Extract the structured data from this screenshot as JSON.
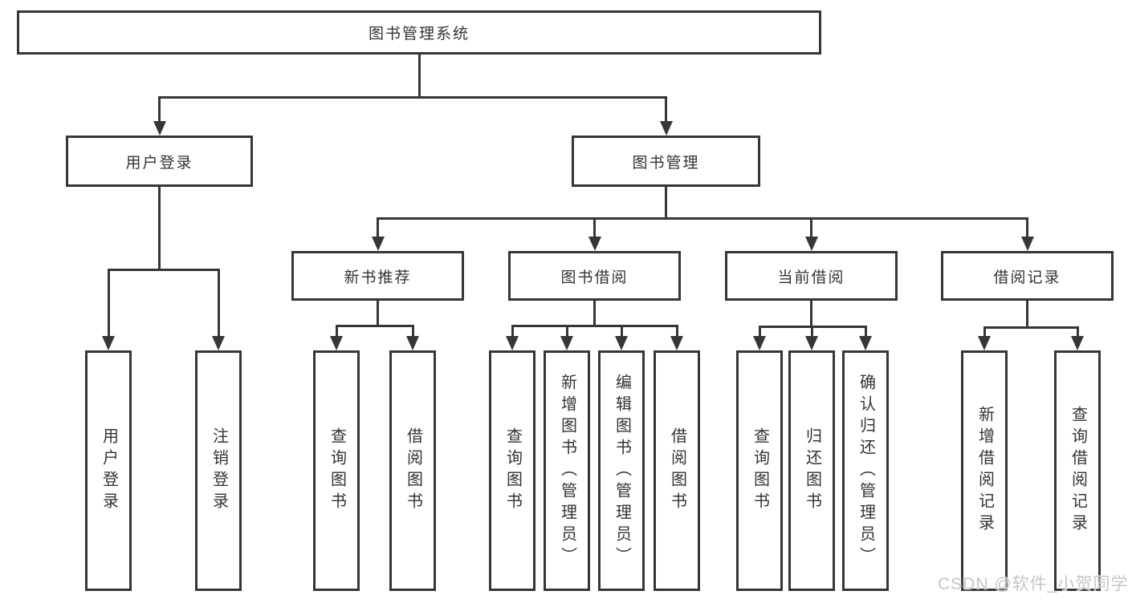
{
  "diagram": {
    "root": {
      "label": "图书管理系统"
    },
    "branches": [
      {
        "label": "用户登录",
        "children": [
          "用户登录",
          "注销登录"
        ]
      },
      {
        "label": "图书管理",
        "sections": [
          {
            "label": "新书推荐",
            "children": [
              "查询图书",
              "借阅图书"
            ]
          },
          {
            "label": "图书借阅",
            "children": [
              "查询图书",
              "新增图书（管理员）",
              "编辑图书（管理员）",
              "借阅图书"
            ]
          },
          {
            "label": "当前借阅",
            "children": [
              "查询图书",
              "归还图书",
              "确认归还（管理员）"
            ]
          },
          {
            "label": "借阅记录",
            "children": [
              "新增借阅记录",
              "查询借阅记录"
            ]
          }
        ]
      }
    ]
  },
  "watermark": {
    "text": "CSDN @软件_小贺同学"
  },
  "colors": {
    "line": "#363636",
    "text": "#333333",
    "watermark": "#c6c6c6",
    "background": "#ffffff"
  }
}
